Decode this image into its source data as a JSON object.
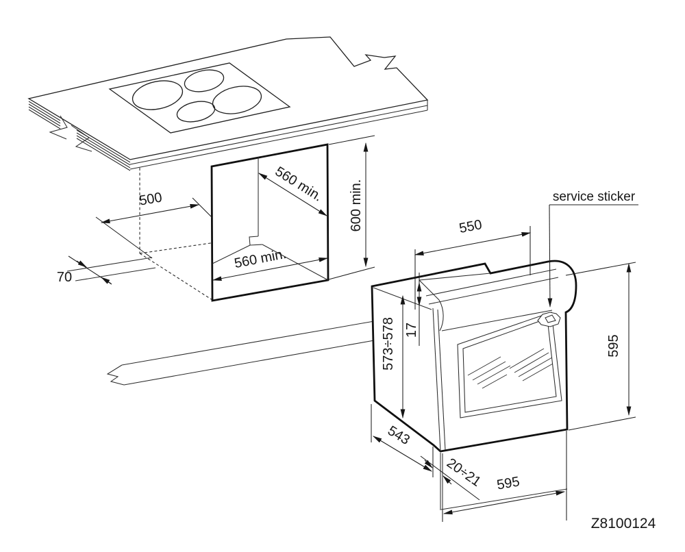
{
  "drawing": {
    "code": "Z8100124",
    "labels": {
      "service_sticker": "service sticker"
    },
    "dimensions": {
      "worktop_depth": "500",
      "overhang": "70",
      "cutout_width": "560 min.",
      "cutout_depth": "560 min.",
      "niche_height": "600 min.",
      "oven_top_depth": "550",
      "top_gap": "17",
      "carcass_height": "573÷578",
      "front_height": "595",
      "body_depth": "543",
      "bottom_gap": "20÷21",
      "front_width": "595"
    },
    "colors": {
      "line": "#1c1c1c",
      "background": "#ffffff"
    }
  }
}
